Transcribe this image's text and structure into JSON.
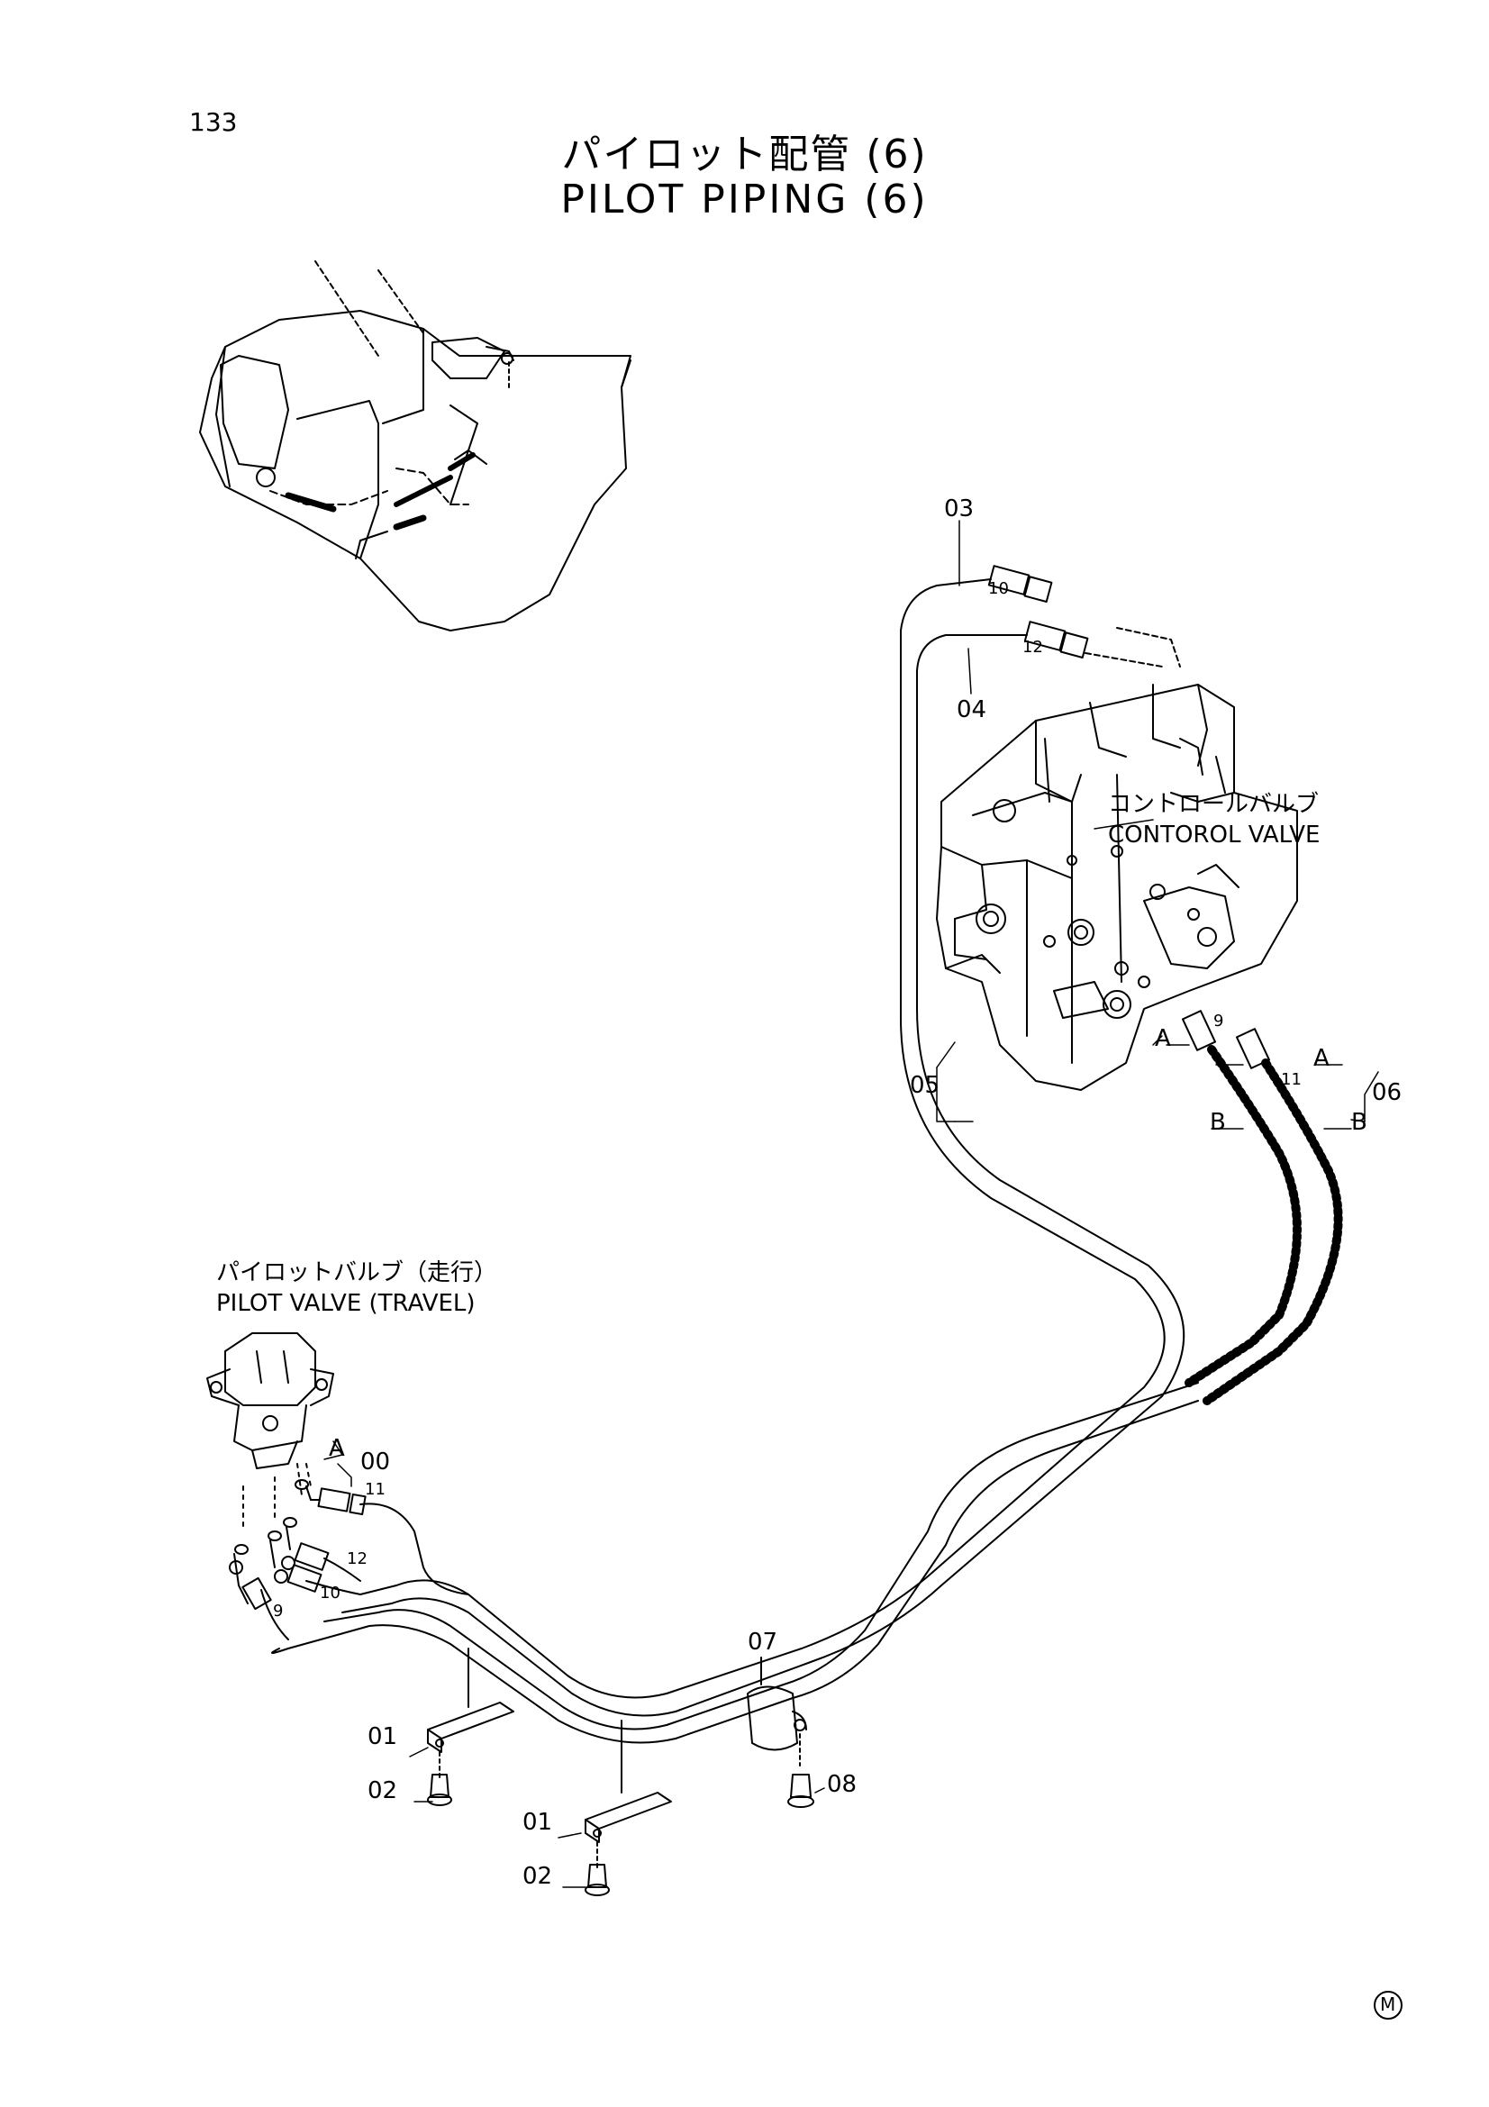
{
  "page_number": "133",
  "title": {
    "japanese": "パイロット配管 (6)",
    "english": "PILOT PIPING (6)"
  },
  "components": {
    "control_valve": {
      "label_jp": "コントロールバルブ",
      "label_en": "CONTOROL VALVE"
    },
    "pilot_valve": {
      "label_jp": "パイロットバルブ（走行）",
      "label_en": "PILOT VALVE (TRAVEL)"
    }
  },
  "callouts": {
    "c03": "03",
    "c04": "04",
    "c05": "05",
    "c06": "06",
    "c07": "07",
    "c08": "08",
    "c00": "00",
    "c01a": "01",
    "c01b": "01",
    "c02a": "02",
    "c02b": "02",
    "hose_end_10_top": "10",
    "hose_end_12_top": "12",
    "hose_end_9_right": "9",
    "hose_end_11_right": "11",
    "hose_end_11_left": "11",
    "hose_end_12_left": "12",
    "hose_end_10_left": "10",
    "hose_end_9_left": "9",
    "A_left": "A",
    "A_right": "A",
    "A_pilot": "A",
    "B_left": "B",
    "B_right": "B"
  },
  "mark": "M"
}
